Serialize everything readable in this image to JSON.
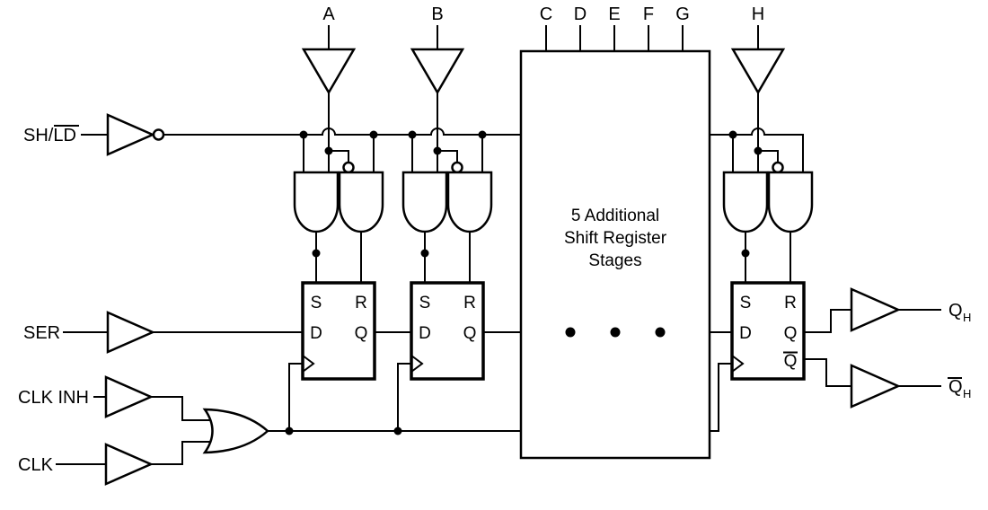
{
  "diagram": {
    "colors": {
      "line": "#000000",
      "background": "#ffffff"
    },
    "top_inputs": {
      "a": "A",
      "b": "B",
      "c": "C",
      "d": "D",
      "e": "E",
      "f": "F",
      "g": "G",
      "h": "H"
    },
    "left_inputs": {
      "sh_ld_prefix": "SH/",
      "sh_ld_overline": "LD",
      "ser": "SER",
      "clk_inh": "CLK INH",
      "clk": "CLK"
    },
    "stage_box": {
      "line1": "5 Additional",
      "line2": "Shift Register",
      "line3": "Stages"
    },
    "flip_flop": {
      "set": "S",
      "reset": "R",
      "data": "D",
      "output": "Q",
      "output_bar": "Q"
    },
    "outputs": {
      "q": "Q",
      "q_sub": "H",
      "q_bar": "Q",
      "q_bar_sub": "H"
    }
  }
}
